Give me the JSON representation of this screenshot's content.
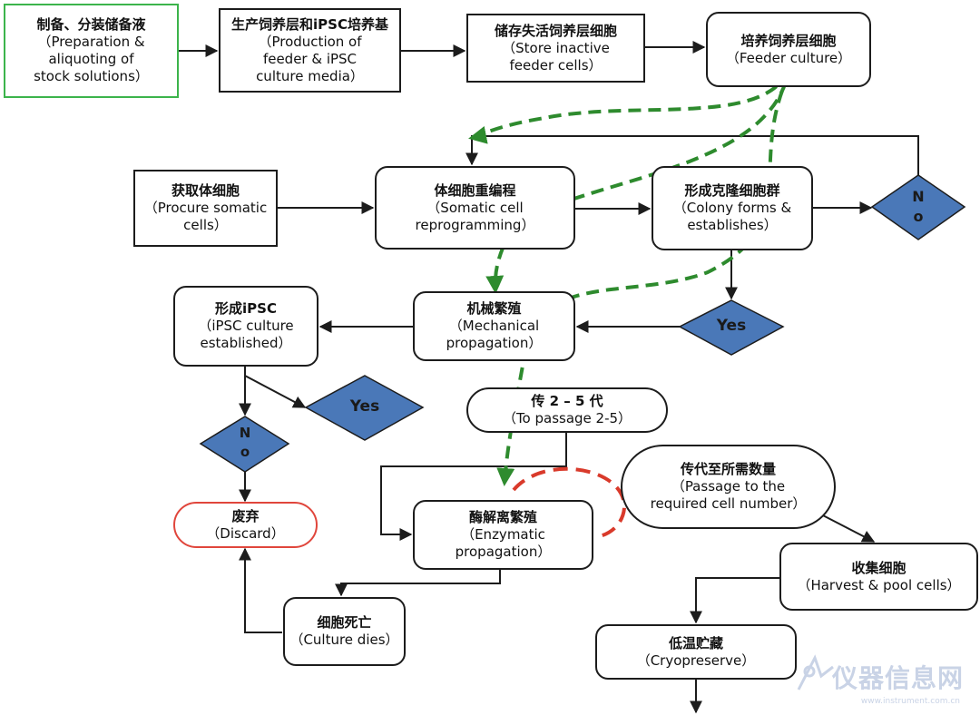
{
  "nodes": {
    "stock": {
      "zh": "制备、分装储备液",
      "en": [
        "（Preparation &",
        "aliquoting of",
        "stock solutions）"
      ]
    },
    "media": {
      "zh": "生产饲养层和iPSC培养基",
      "en": [
        "（Production of",
        "feeder & iPSC",
        "culture media）"
      ]
    },
    "store": {
      "zh": "储存失活饲养层细胞",
      "en": [
        "（Store inactive",
        "feeder cells）"
      ]
    },
    "feeder": {
      "zh": "培养饲养层细胞",
      "en": [
        "（Feeder culture）"
      ]
    },
    "procure": {
      "zh": "获取体细胞",
      "en": [
        "（Procure somatic",
        "cells）"
      ]
    },
    "reprog": {
      "zh": "体细胞重编程",
      "en": [
        "（Somatic cell",
        "reprogramming）"
      ]
    },
    "colony": {
      "zh": "形成克隆细胞群",
      "en": [
        "（Colony forms &",
        "establishes）"
      ]
    },
    "ipsc": {
      "zh": "形成iPSC",
      "en": [
        "（iPSC culture",
        "established）"
      ]
    },
    "mech": {
      "zh": "机械繁殖",
      "en": [
        "（Mechanical",
        "propagation）"
      ]
    },
    "passage25": {
      "zh": "传 2 – 5 代",
      "en": [
        "（To passage 2-5）"
      ]
    },
    "requirednum": {
      "zh": "传代至所需数量",
      "en": [
        "（Passage to the",
        "required cell number）"
      ]
    },
    "discard": {
      "zh": "废弃",
      "en": [
        "（Discard）"
      ]
    },
    "enzymatic": {
      "zh": "酶解离繁殖",
      "en": [
        "（Enzymatic",
        "propagation）"
      ]
    },
    "harvest": {
      "zh": "收集细胞",
      "en": [
        "（Harvest & pool cells）"
      ]
    },
    "dies": {
      "zh": "细胞死亡",
      "en": [
        "（Culture dies）"
      ]
    },
    "cryo": {
      "zh": "低温贮藏",
      "en": [
        "（Cryopreserve）"
      ]
    }
  },
  "decisions": {
    "no_right": "No",
    "yes_mid": "Yes",
    "yes_left": "Yes",
    "no_left": "No"
  },
  "watermark": {
    "text": "仪器信息网",
    "sub": "www.instrument.com.cn"
  },
  "colors": {
    "line": "#1c1c1c",
    "green_dash": "#2e8b2e",
    "red_dash": "#d93a2b",
    "diamond": "#4a78b8",
    "green_border": "#3cb44b",
    "red_border": "#e0463c"
  }
}
